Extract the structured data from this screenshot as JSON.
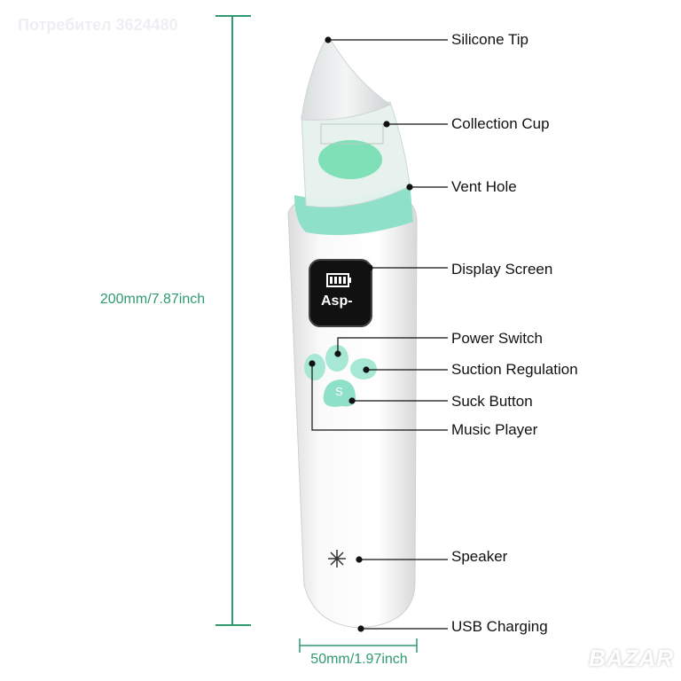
{
  "watermark": "Потребител 3624480",
  "logo": "BAZAR",
  "dimensions": {
    "height": "200mm/7.87inch",
    "width": "50mm/1.97inch"
  },
  "screen": {
    "text": "Asp-"
  },
  "button_letter": "S",
  "labels": [
    "Silicone Tip",
    "Collection Cup",
    "Vent Hole",
    "Display Screen",
    "Power Switch",
    "Suction Regulation",
    "Suck Button",
    "Music Player",
    "Speaker",
    "USB Charging"
  ],
  "colors": {
    "accent": "#7fdcc0",
    "dimension": "#2e9a6e"
  }
}
